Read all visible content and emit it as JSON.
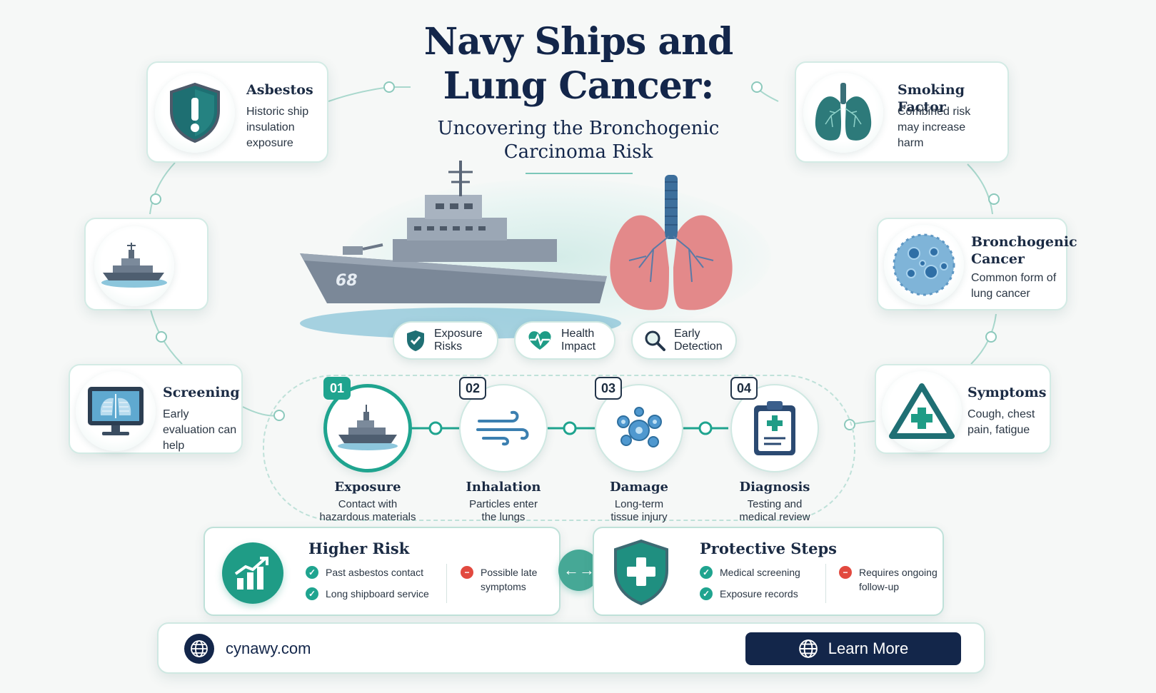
{
  "header": {
    "title": "Navy Ships and Lung Cancer:",
    "subtitle": "Uncovering the Bronchogenic Carcinoma Risk"
  },
  "left_cards": [
    {
      "title": "Asbestos",
      "desc": "Historic ship insulation exposure",
      "icon": "shield-exclamation-icon"
    },
    {
      "title": "",
      "desc": "",
      "icon": "navy-ship-icon"
    },
    {
      "title": "Screening",
      "desc": "Early evaluation can help",
      "icon": "chest-xray-monitor-icon"
    }
  ],
  "right_cards": [
    {
      "title": "Smoking Factor",
      "desc": "Combined risk may increase harm",
      "icon": "lungs-icon"
    },
    {
      "title": "Bronchogenic Cancer",
      "desc": "Common form of lung cancer",
      "icon": "cancer-cell-icon"
    },
    {
      "title": "Symptoms",
      "desc": "Cough, chest pain, fatigue",
      "icon": "warning-plus-icon"
    }
  ],
  "hero": {
    "ship_hull_number": "68",
    "pills": [
      {
        "label": "Exposure\nRisks",
        "icon": "shield-check-icon"
      },
      {
        "label": "Health\nImpact",
        "icon": "heart-pulse-icon"
      },
      {
        "label": "Early\nDetection",
        "icon": "magnifier-icon"
      }
    ]
  },
  "process": {
    "steps": [
      {
        "num": "01",
        "title": "Exposure",
        "desc": "Contact with\nhazardous materials",
        "icon": "ship-icon",
        "active": true
      },
      {
        "num": "02",
        "title": "Inhalation",
        "desc": "Particles enter\nthe lungs",
        "icon": "wind-icon",
        "active": false
      },
      {
        "num": "03",
        "title": "Damage",
        "desc": "Long-term\ntissue injury",
        "icon": "cells-icon",
        "active": false
      },
      {
        "num": "04",
        "title": "Diagnosis",
        "desc": "Testing and\nmedical review",
        "icon": "clipboard-icon",
        "active": false
      }
    ]
  },
  "higher_risk": {
    "title": "Higher Risk",
    "checks": [
      "Past asbestos contact",
      "Long shipboard service"
    ],
    "warnings": [
      "Possible late symptoms"
    ],
    "icon": "trend-up-chart-icon"
  },
  "protective_steps": {
    "title": "Protective Steps",
    "checks": [
      "Medical screening",
      "Exposure records"
    ],
    "warnings": [
      "Requires ongoing follow-up"
    ],
    "icon": "shield-plus-icon"
  },
  "swap": {
    "label": "←→"
  },
  "footer": {
    "site": "cynawy.com",
    "cta_label": "Learn More"
  },
  "colors": {
    "navy": "#13264a",
    "teal": "#1fa48f",
    "mint_border": "#cfe8e2",
    "warning_red": "#e2493f"
  }
}
